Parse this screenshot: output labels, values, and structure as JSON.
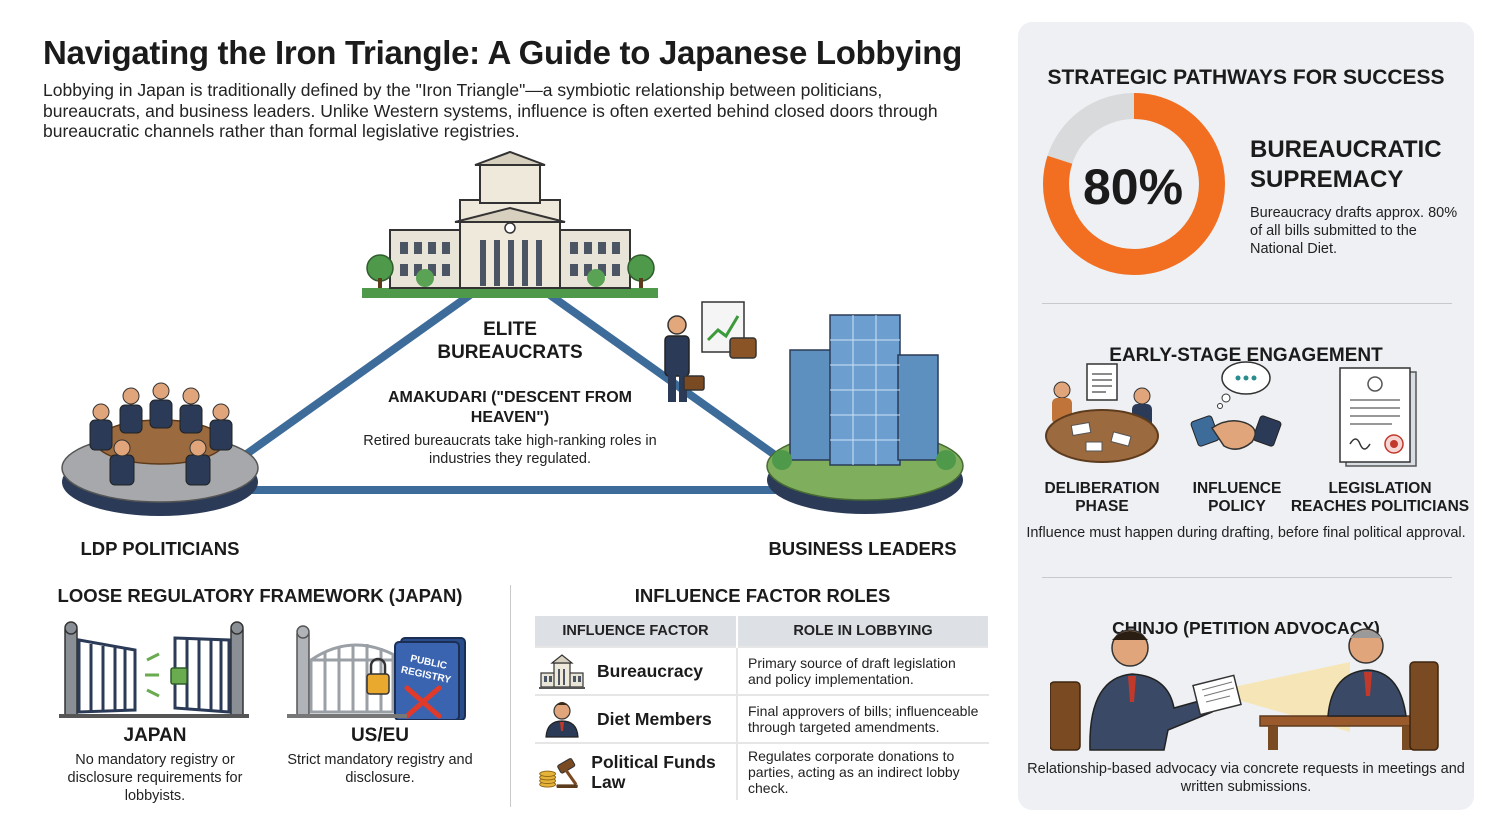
{
  "title": "Navigating the Iron Triangle: A Guide to Japanese Lobbying",
  "intro": "Lobbying in Japan is traditionally defined by the \"Iron Triangle\"—a symbiotic relationship between politicians, bureaucrats, and business leaders. Unlike Western systems, influence is often exerted behind closed doors through bureaucratic channels rather than formal legislative registries.",
  "triangle": {
    "top_label": "ELITE BUREAUCRATS",
    "left_label": "LDP POLITICIANS",
    "right_label": "BUSINESS LEADERS",
    "amakudari_title": "AMAKUDARI (\"DESCENT FROM HEAVEN\")",
    "amakudari_desc": "Retired bureaucrats take high-ranking roles in industries they regulated."
  },
  "framework": {
    "heading": "LOOSE REGULATORY FRAMEWORK (JAPAN)",
    "japan_title": "JAPAN",
    "japan_desc": "No mandatory registry or disclosure requirements for lobbyists.",
    "useu_title": "US/EU",
    "useu_desc": "Strict mandatory registry and disclosure.",
    "registry_book_label": "PUBLIC REGISTRY"
  },
  "table": {
    "heading": "INFLUENCE FACTOR ROLES",
    "col1": "INFLUENCE FACTOR",
    "col2": "ROLE IN LOBBYING",
    "rows": [
      {
        "factor": "Bureaucracy",
        "role": "Primary source of draft legislation and policy implementation.",
        "icon": "government-building-icon"
      },
      {
        "factor": "Diet Members",
        "role": "Final approvers of bills; influenceable through targeted amendments.",
        "icon": "politician-icon"
      },
      {
        "factor": "Political Funds Law",
        "role": "Regulates corporate donations to parties, acting as an indirect lobby check.",
        "icon": "gavel-coins-icon"
      }
    ]
  },
  "panel": {
    "heading": "STRATEGIC PATHWAYS FOR SUCCESS",
    "stat_value": "80%",
    "stat_fraction": 0.8,
    "stat_title": "BUREAUCRATIC SUPREMACY",
    "stat_desc": "Bureaucracy drafts approx. 80% of all bills submitted to the National Diet.",
    "early_heading": "EARLY-STAGE ENGAGEMENT",
    "phases": [
      "DELIBERATION PHASE",
      "INFLUENCE POLICY",
      "LEGISLATION REACHES POLITICIANS"
    ],
    "early_desc": "Influence must happen during drafting, before final political approval.",
    "chinjo_heading": "CHINJO (PETITION ADVOCACY)",
    "chinjo_desc": "Relationship-based advocacy via concrete requests in meetings and written submissions."
  },
  "colors": {
    "accent_orange": "#f26f21",
    "donut_gray": "#d9dadc",
    "triangle_blue": "#3e6c9a",
    "navy": "#2b3b57",
    "panel_bg": "#eef0f3"
  }
}
